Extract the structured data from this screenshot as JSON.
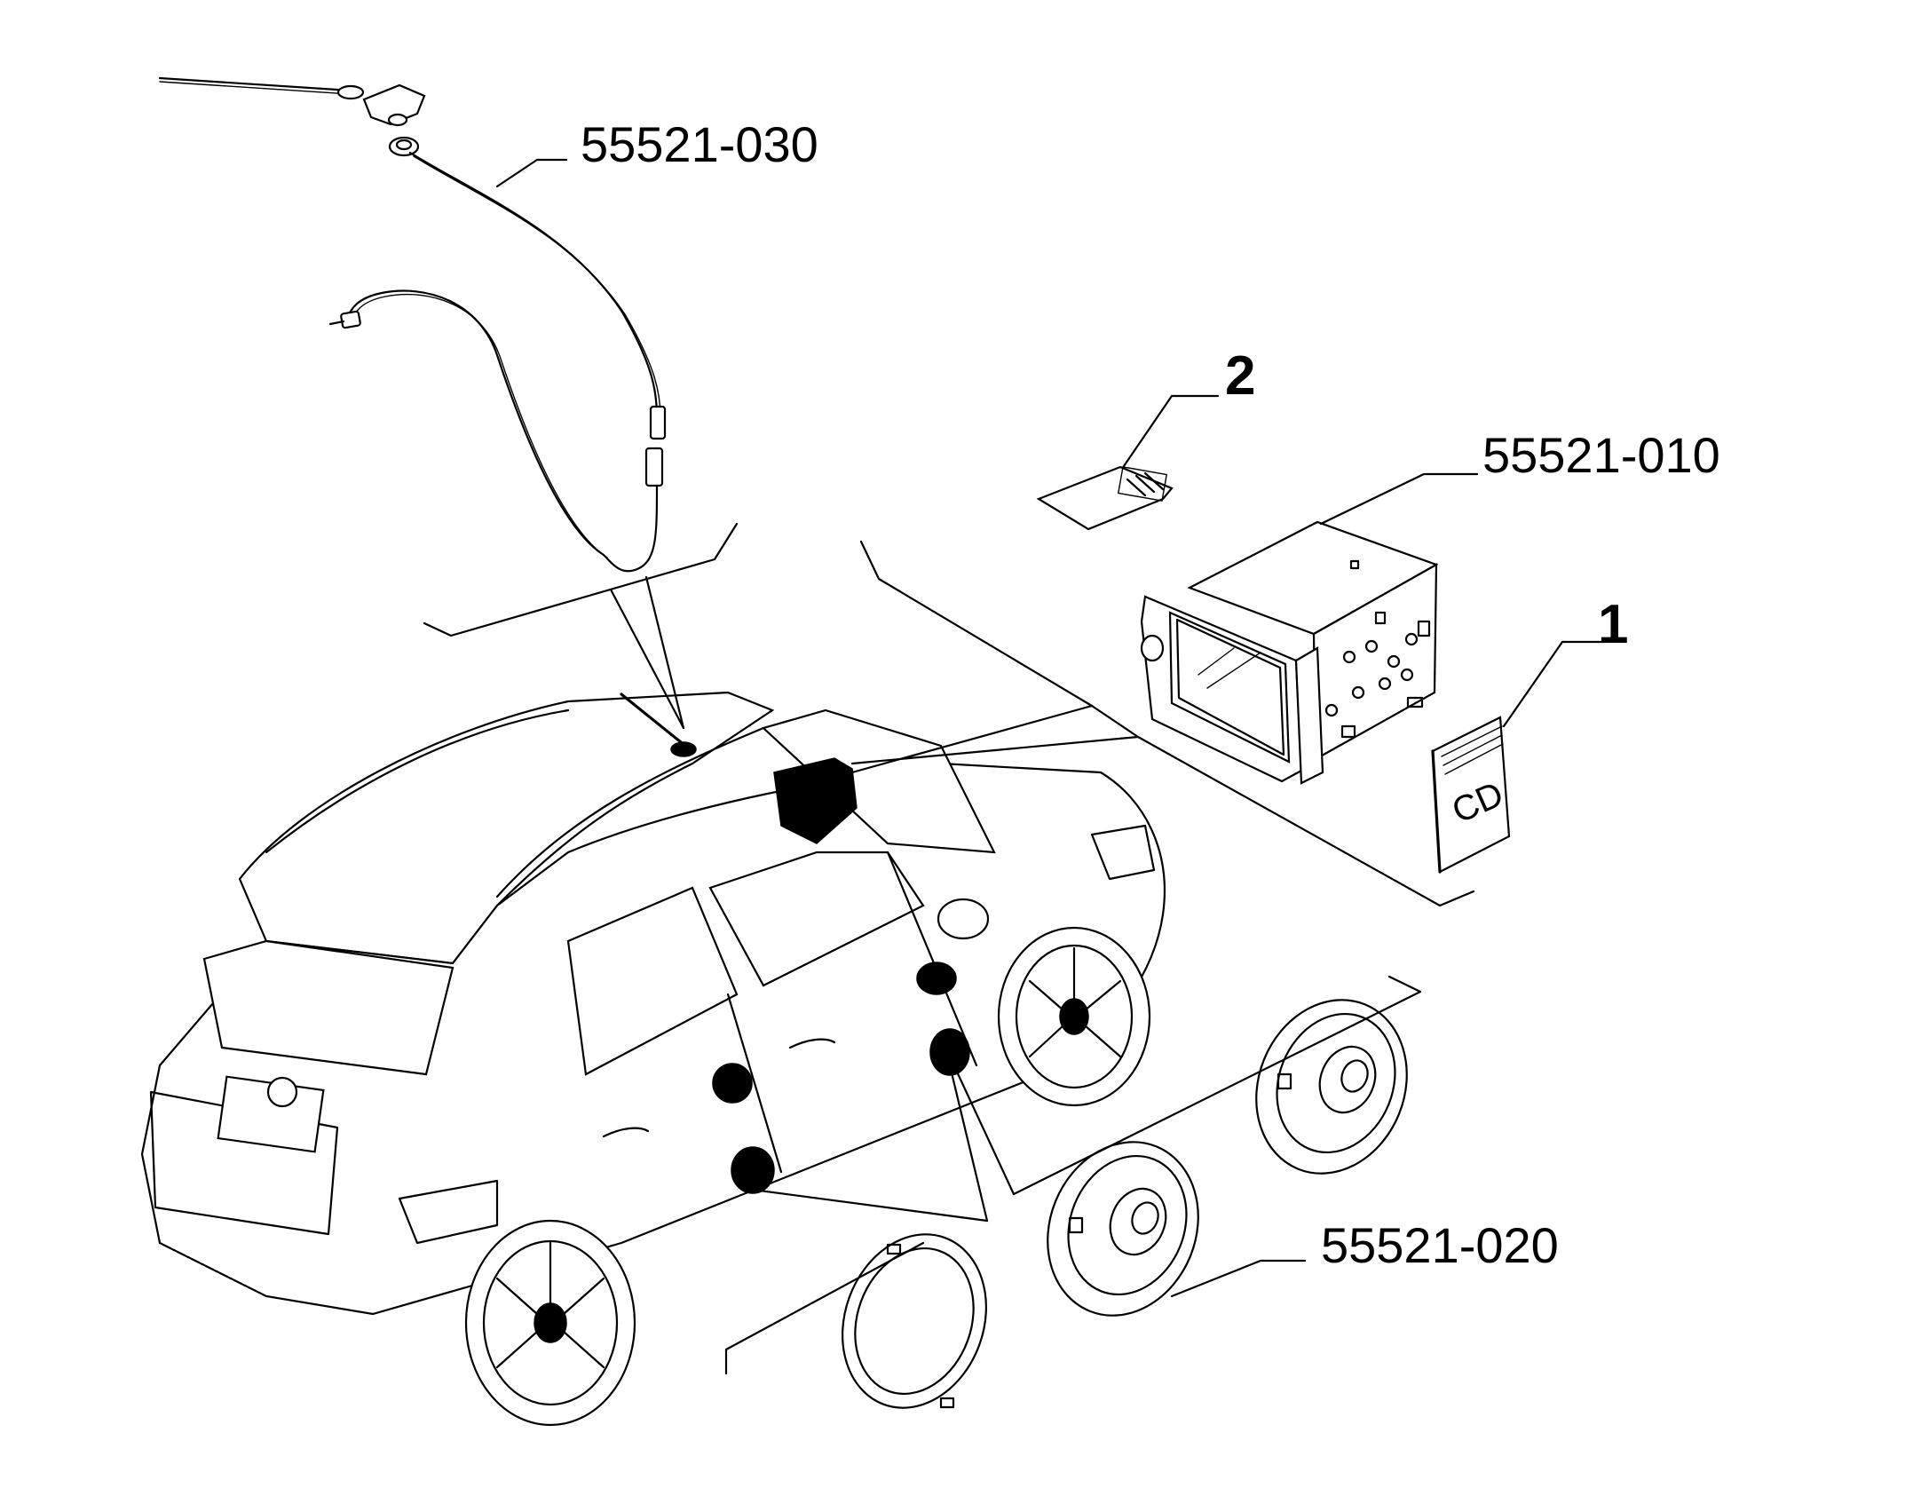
{
  "callouts": {
    "antenna": "55521-030",
    "sd_card": "2",
    "radio_unit": "55521-010",
    "manual": "1",
    "speakers": "55521-020"
  },
  "manual_cover_text": "CD"
}
